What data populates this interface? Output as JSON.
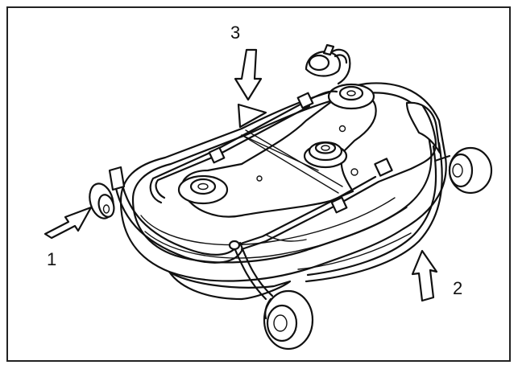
{
  "callouts": [
    {
      "label": "1"
    },
    {
      "label": "2"
    },
    {
      "label": "3"
    }
  ],
  "colors": {
    "ink": "#111111",
    "paper": "#ffffff",
    "frame": "#222222"
  }
}
